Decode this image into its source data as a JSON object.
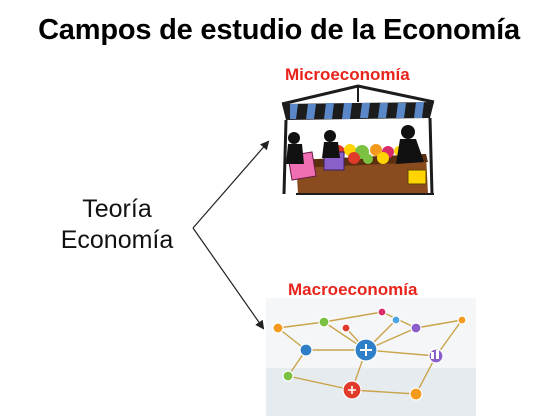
{
  "slide": {
    "title": "Campos de estudio de la Economía",
    "root": {
      "line1": "Teoría",
      "line2": "Economía"
    },
    "branches": [
      {
        "label": "Microeconomía",
        "image_icon": "market-stall-icon"
      },
      {
        "label": "Macroeconomía",
        "image_icon": "network-graph-icon"
      }
    ]
  },
  "colors": {
    "title": "#000000",
    "branch_label": "#e8241c",
    "arrow": "#222222"
  }
}
